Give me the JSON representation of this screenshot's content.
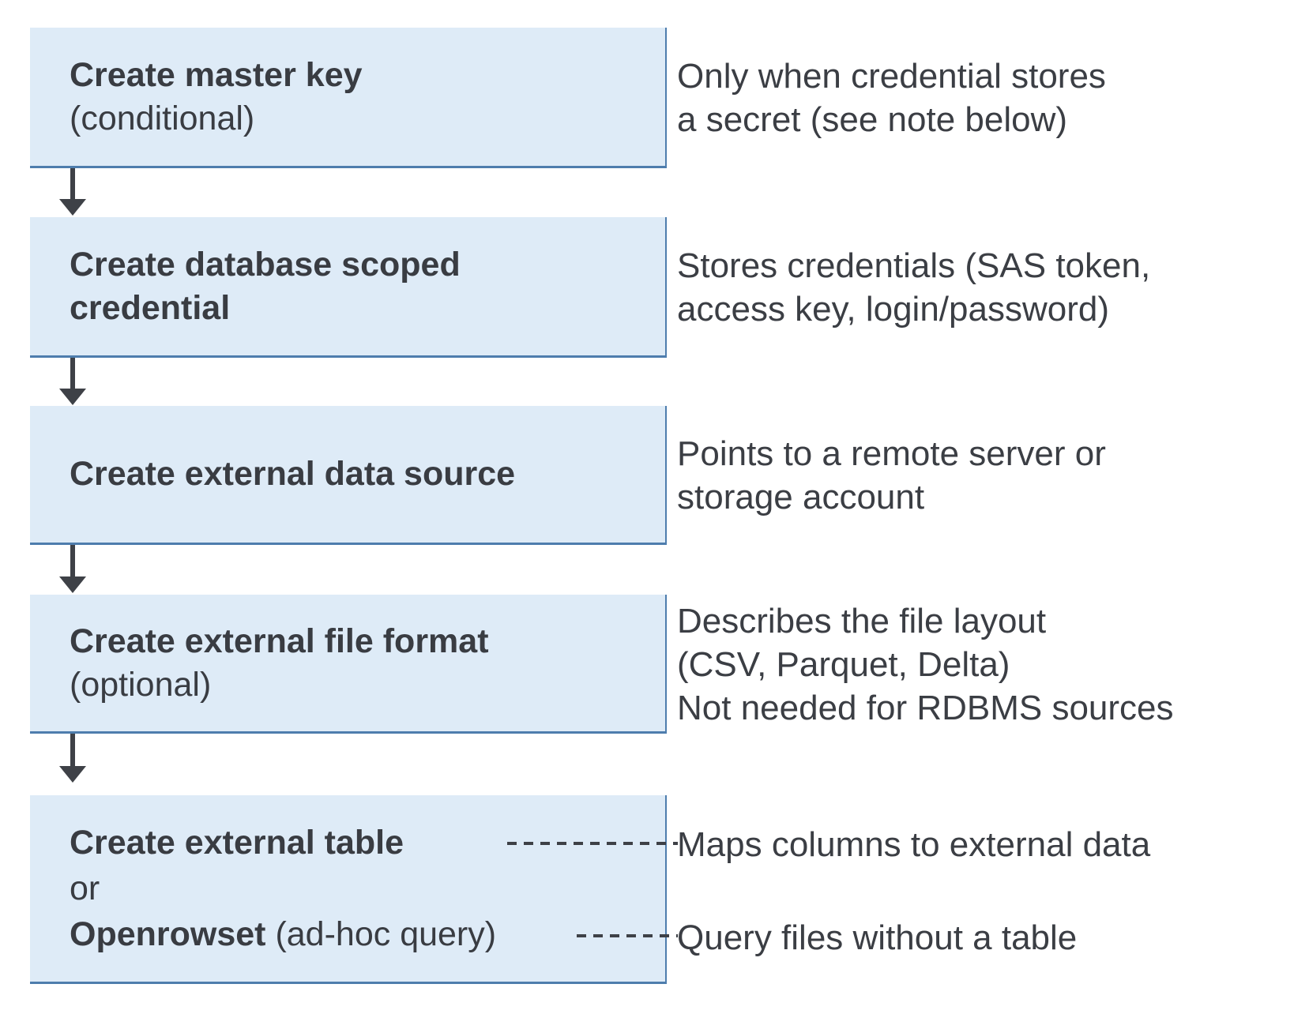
{
  "diagram": {
    "title_semantic": "External data access setup flow",
    "colors": {
      "box_fill": "#deebf7",
      "box_border": "#4e7dad",
      "arrow": "#3e4147",
      "dash": "#3e4147",
      "text": "#3a3d43"
    },
    "steps": [
      {
        "id": "create-master-key",
        "title": "Create master key",
        "subtitle": "(conditional)",
        "description": "Only when credential stores\na secret (see note below)"
      },
      {
        "id": "create-database-scoped-credential",
        "title": "Create database scoped\ncredential",
        "description": "Stores credentials (SAS token,\naccess key, login/password)"
      },
      {
        "id": "create-external-data-source",
        "title": "Create external data source",
        "description": "Points to a remote server or\nstorage account"
      },
      {
        "id": "create-external-file-format",
        "title": "Create external file format",
        "subtitle": "(optional)",
        "description": "Describes the file layout\n(CSV, Parquet, Delta)\nNot needed for RDBMS sources"
      },
      {
        "id": "create-external-table-or-openrowset",
        "line1_bold": "Create external table",
        "line2": "or",
        "line3_bold": "Openrowset",
        "line3_regular": " (ad-hoc query)",
        "description_table": "Maps columns to external data",
        "description_openrowset": "Query files without a table"
      }
    ]
  }
}
